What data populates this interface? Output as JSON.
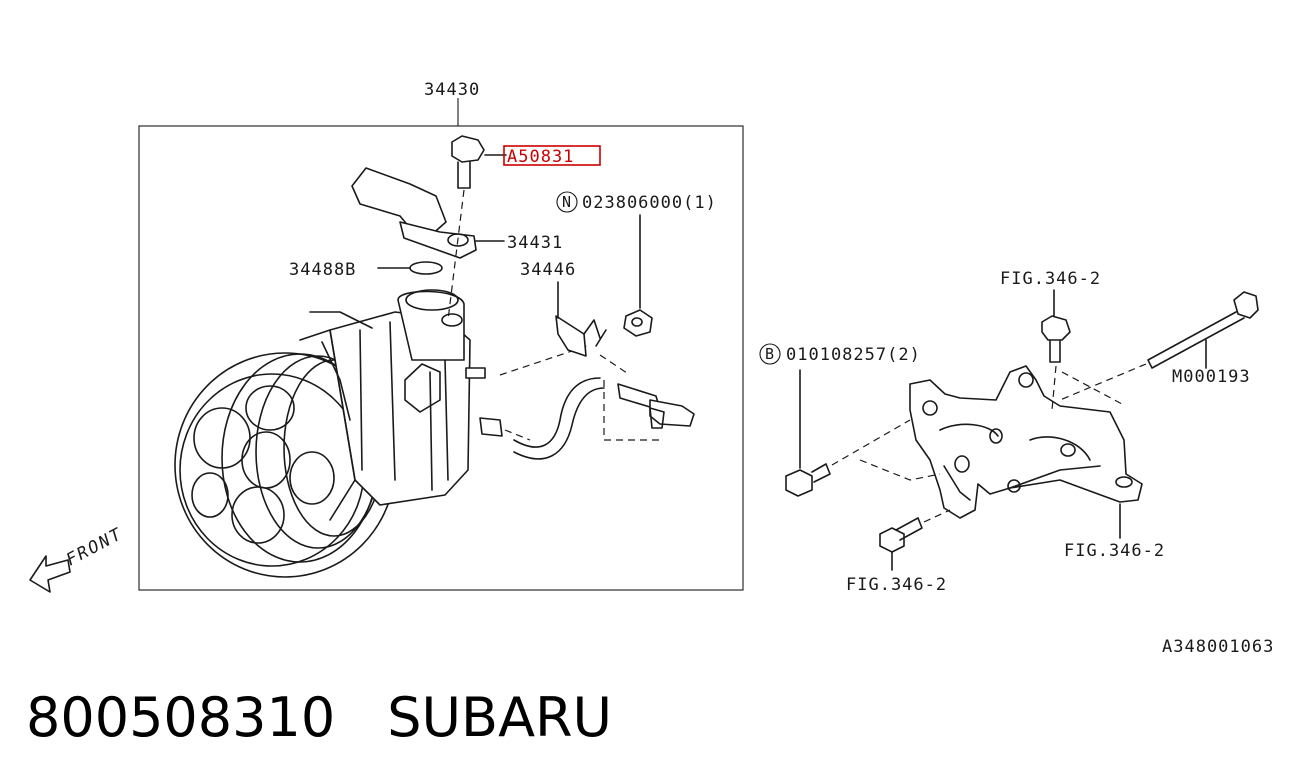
{
  "diagram": {
    "assembly_label": "34430",
    "highlight_color": "#cc0000",
    "callouts": {
      "bolt_highlight": "A50831",
      "fitting": "34431",
      "oring": "34488B",
      "bracket": "34446",
      "nut_part": "023806000(1)",
      "nut_marker": "N",
      "bolt_part": "010108257(2)",
      "bolt_marker": "B",
      "long_bolt": "M000193",
      "fig_top": "FIG.346-2",
      "fig_right": "FIG.346-2",
      "fig_bottom": "FIG.346-2",
      "front": "FRONT"
    },
    "drawing_code": "A348001063"
  },
  "footer": {
    "part_number": "800508310",
    "brand": "SUBARU"
  }
}
